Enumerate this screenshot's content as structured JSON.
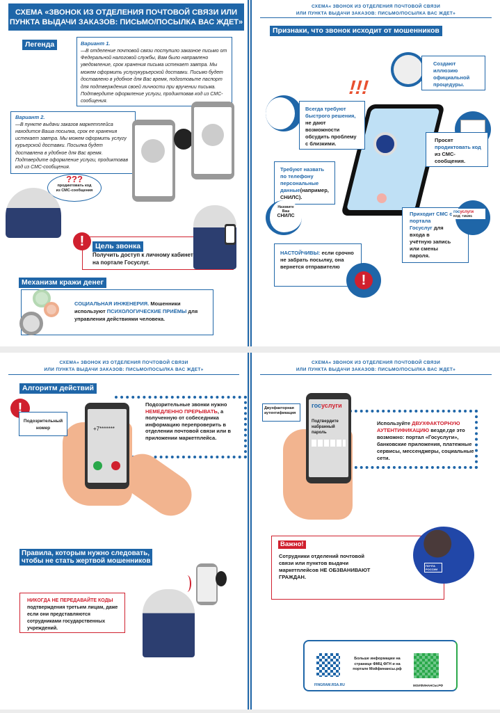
{
  "header_small": {
    "line1": "СХЕМА« ЗВОНОК ИЗ ОТДЕЛЕНИЯ ПОЧТОВОЙ СВЯЗИ",
    "line2": "ИЛИ ПУНКТА ВЫДАЧИ ЗАКАЗОВ: ПИСЬМО/ПОСЫЛКА ВАС ЖДЕТ»"
  },
  "p1": {
    "title_line1": "СХЕМА «ЗВОНОК ИЗ ОТДЕЛЕНИЯ ПОЧТОВОЙ СВЯЗИ ИЛИ",
    "title_line2": "ПУНКТА ВЫДАЧИ ЗАКАЗОВ: ПИСЬМО/ПОСЫЛКА ВАС ЖДЕТ»",
    "legend": "Легенда",
    "v1_title": "Вариант 1.",
    "v1_text": "—В отделение почтовой связи поступило заказное письмо от Федеральной налоговой службы, Вам было направлено уведомление, срок хранения письма истекает завтра. Мы можем оформить услугукурьерской доставки. Письмо будет доставлено в удобное для Вас время, подготовьте паспорт для подтверждения своей личности при вручении письма. Подтвердите оформление услуги, продиктовав код из СМС-сообщения.",
    "v2_title": "Вариант 2.",
    "v2_text": "—В пункте выдачи заказов маркетплейса находится Ваша посылка, срок ее хранения истекает завтра. Мы можем оформить услугу курьерской доставки. Посылка будет доставлена в удобное для Вас время. Подтвердите оформление услуги, продиктовав код из СМС-сообщения.",
    "question_marks": "???",
    "question_text": "продиктовать код из СМС-сообщения",
    "goal_label": "Цель звонка",
    "goal_text": "Получить доступ к личному кабинету на портале Госуслуг.",
    "mech_label": "Механизм кражи денег",
    "mech_t1": "СОЦИАЛЬНАЯ ИНЖЕНЕРИЯ.",
    "mech_t2": " Мошенники используют ",
    "mech_t3": "ПСИХОЛОГИЧЕСКИЕ ПРИЁМЫ",
    "mech_t4": " для управления действиями человека."
  },
  "p2": {
    "label": "Признаки, что звонок исходит от мошенников",
    "s1_blue": "Создают иллюзию официальной процедуры.",
    "s2_blue": "Всегда требуют быстрого решения,",
    "s2_dark": " не дают возможности обсудить проблему с близкими.",
    "s3_dark1": "Просят ",
    "s3_blue": "продиктовать код",
    "s3_dark2": " из СМС-сообщения.",
    "s4_blue": "Требуют назвать по телефону персональные данные",
    "s4_dark": "(например, СНИЛС).",
    "snils_small": "Назовите Ваш",
    "snils": "СНИЛС",
    "s5_blue": "Приходит СМС с портала Госуслуг",
    "s5_dark": " для входа в учётную запись или смены пароля.",
    "gos_a": "гос",
    "gos_b": "услуги",
    "code": "КОД: 745281",
    "s6_blue": "НАСТОЙЧИВЫ:",
    "s6_dark": " если срочно не забрать посылку, она вернется отправителю",
    "alarm": "!!!"
  },
  "p3": {
    "label": "Алгоритм действий",
    "suspicious": "Подозрительный номер",
    "number": "+7*******",
    "t1": "Подозрительные звонки нужно ",
    "t2": "НЕМЕДЛЕННО ПРЕРЫВАТЬ",
    "t3": ", а полученную от собеседника информацию перепроверить в отделении почтовой связи или в приложении маркетплейса.",
    "rules_label_1": "Правила, которым нужно следовать,",
    "rules_label_2": "чтобы не стать жертвой мошенников",
    "r1": "НИКОГДА НЕ ПЕРЕДАВАЙТЕ КОДЫ",
    "r2": " подтверждения третьим лицам, даже если они представляются сотрудниками государственных учреждений."
  },
  "p4": {
    "twofa_label": "Двухфакторная аутентификация",
    "gos_a": "гос",
    "gos_b": "услуги",
    "confirm": "Подтвердите набранный пароль",
    "t1": "Используйте ",
    "t2": "ДВУХФАКТОРНУЮ АУТЕНТИФИКАЦИЮ",
    "t3": " везде,где это возможно: портал «Госуслуги», банковские приложения, платежные сервисы, мессенджеры, социальные сети.",
    "important": "Важно!",
    "important_text": "Сотрудники отделений почтовой связи или пунктов выдачи маркетплейсов НЕ ОБЗВАНИВАЮТ ГРАЖДАН.",
    "badge": "ПОЧТА РОССИИ",
    "more": "Больше информации на странице ФМЦ ФГН и на портале Мойфинансы.рф",
    "site1": "FINGRAM.RSA.RU",
    "site2": "МОИФИНАНСЫ.РФ"
  },
  "colors": {
    "blue": "#1f66a8",
    "red": "#d0202e",
    "green": "#2aa84a"
  }
}
